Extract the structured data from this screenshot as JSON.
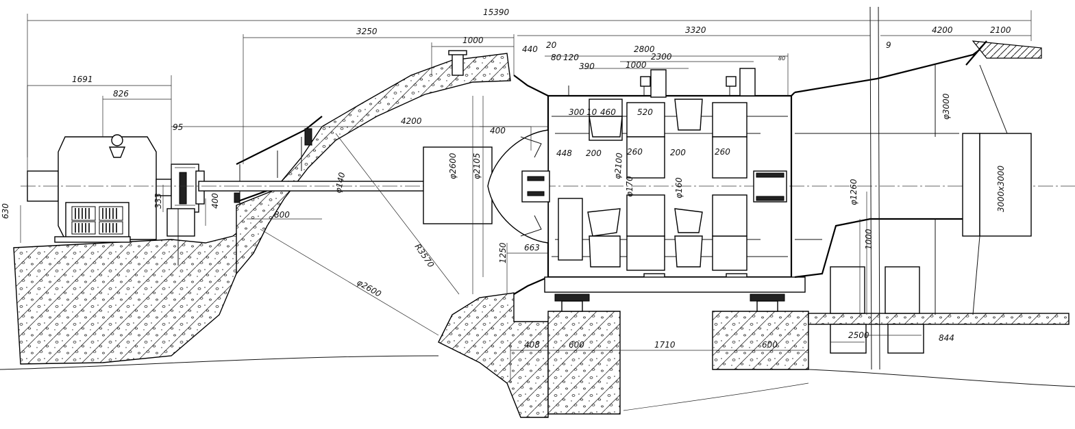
{
  "dimensions": {
    "overall_length": "15390",
    "motor_length": "1691",
    "motor_half": "826",
    "coupling_gap": "95",
    "shaft_height": "630",
    "coupling_offset": "333",
    "bearing_height": "400",
    "intake_length": "3250",
    "intake_top": "1000",
    "shaft_span": "4200",
    "bend_offset": "800",
    "casing_length": "3320",
    "step_a": "440",
    "step_b": "20",
    "step_c": "80",
    "step_d": "120",
    "stage_span": "2800",
    "stage_pair": "2300",
    "stage_len": "390",
    "stage_pitch": "1000",
    "small_80": "80",
    "outlet_length": "4200",
    "outlet_end": "2100",
    "item_mark": "9",
    "nose_offset": "400",
    "blade_a": "300",
    "blade_b": "10",
    "blade_c": "460",
    "blade_d": "520",
    "nose_len": "448",
    "gap_200a": "200",
    "gap_200b": "200",
    "vane_260a": "260",
    "vane_260b": "260",
    "dia_shaft": "φ140",
    "dia_inlet": "φ2600",
    "dia_casing": "φ2105",
    "dia_impeller": "φ2100",
    "dia_hub": "φ170",
    "dia_hub2": "φ160",
    "dia_outlet": "φ1260",
    "dia_pipe": "φ3000",
    "outlet_section": "3000x3000",
    "depth_1250": "1250",
    "nose_663": "663",
    "pier_1000": "1000",
    "radius_3570": "R3570",
    "dia_bend": "φ2600",
    "base_408": "408",
    "base_600a": "600",
    "base_1710": "1710",
    "base_600b": "600",
    "pier_2500": "2500",
    "pier_844": "844"
  }
}
